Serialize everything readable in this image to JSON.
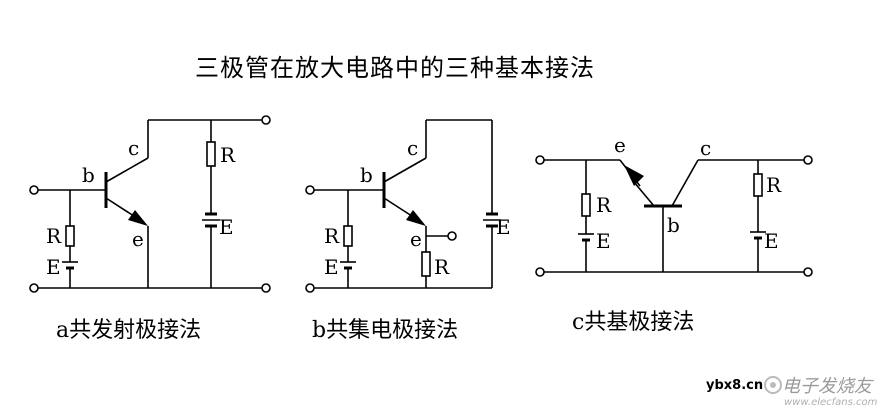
{
  "title": "三极管在放大电路中的三种基本接法",
  "circuits": [
    {
      "caption": "a共发射极接法",
      "labels": {
        "b": "b",
        "c": "c",
        "e": "e",
        "R1": "R",
        "E1": "E",
        "R2": "R",
        "E2": "E"
      }
    },
    {
      "caption": "b共集电极接法",
      "labels": {
        "b": "b",
        "c": "c",
        "e": "e",
        "R1": "R",
        "E1": "E",
        "R2": "R",
        "E2": "E"
      }
    },
    {
      "caption": "c共基极接法",
      "labels": {
        "e": "e",
        "c": "c",
        "b": "b",
        "R1": "R",
        "E1": "E",
        "R2": "R",
        "E2": "E"
      }
    }
  ],
  "watermark": {
    "site": "ybx8.cn",
    "brand": "电子发烧友",
    "url": "www.elecfans.com"
  }
}
